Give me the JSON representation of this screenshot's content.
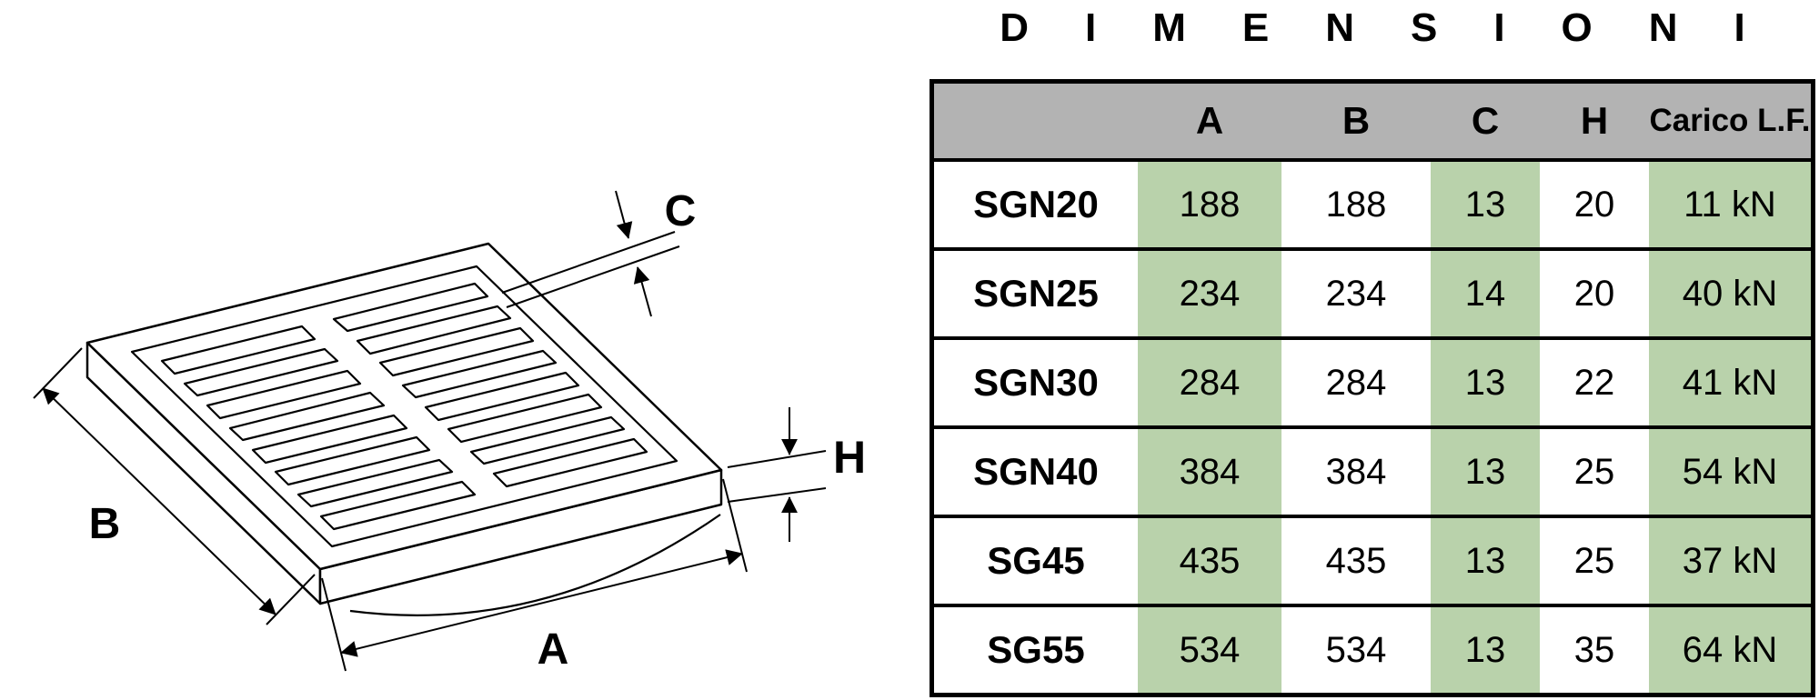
{
  "title": "DIMENSIONI",
  "colors": {
    "header_bg": "#b3b3b3",
    "green": "#b9d2ab",
    "border": "#000000"
  },
  "diagram": {
    "labels": {
      "a": "A",
      "b": "B",
      "c": "C",
      "h": "H"
    }
  },
  "table": {
    "headers": [
      "",
      "A",
      "B",
      "C",
      "H",
      "Carico L.F."
    ],
    "rows": [
      {
        "model": "SGN20",
        "a": "188",
        "b": "188",
        "c": "13",
        "h": "20",
        "load": "11 kN"
      },
      {
        "model": "SGN25",
        "a": "234",
        "b": "234",
        "c": "14",
        "h": "20",
        "load": "40 kN"
      },
      {
        "model": "SGN30",
        "a": "284",
        "b": "284",
        "c": "13",
        "h": "22",
        "load": "41 kN"
      },
      {
        "model": "SGN40",
        "a": "384",
        "b": "384",
        "c": "13",
        "h": "25",
        "load": "54 kN"
      },
      {
        "model": "SG45",
        "a": "435",
        "b": "435",
        "c": "13",
        "h": "25",
        "load": "37 kN"
      },
      {
        "model": "SG55",
        "a": "534",
        "b": "534",
        "c": "13",
        "h": "35",
        "load": "64 kN"
      }
    ]
  }
}
